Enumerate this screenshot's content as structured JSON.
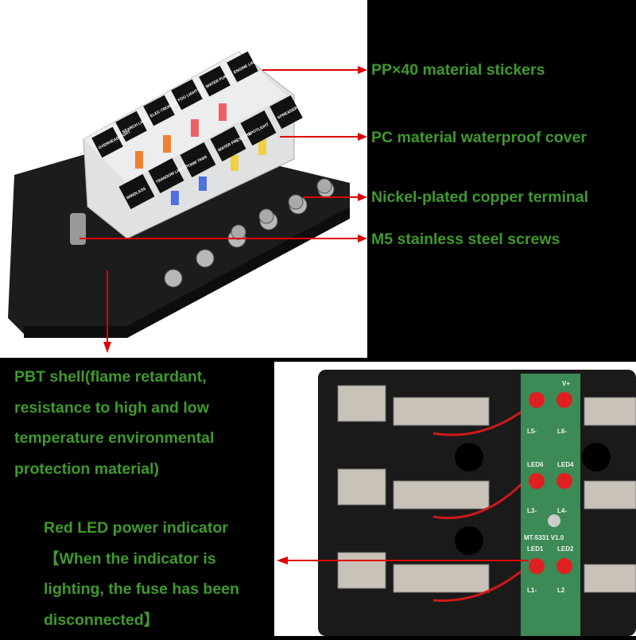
{
  "callouts": [
    "PP×40 material stickers",
    "PC material waterproof cover",
    "Nickel-plated copper terminal",
    "M5 stainless steel screws"
  ],
  "shell_text": [
    "PBT shell(flame retardant,",
    "resistance to high and low",
    "temperature environmental",
    "protection material)"
  ],
  "led_text": [
    "Red LED power indicator",
    "【When the indicator is",
    "lighting, the fuse has been",
    "disconnected】"
  ],
  "fuse_labels_back": [
    "OVERHEAD LIGHT",
    "SEARCH LIGHT",
    "ELEC-TRONICS",
    "FOG LIGHTS",
    "WATER PUMP",
    "ENGINE LIGHTS"
  ],
  "fuse_labels_front": [
    "WINDLASS",
    "TRANSOM LIGHTS",
    "TRIM TABS",
    "WATER PRESSURE",
    "SPOTLIGHT",
    "SPREADER LIGHTS"
  ],
  "pcb_labels": {
    "vplus": "V+",
    "l5": "L5-",
    "l6": "L6-",
    "led6": "LED6",
    "led4": "LED4",
    "l3": "L3-",
    "l4": "L4-",
    "model": "MT-5331 V1.0",
    "led1": "LED1",
    "led2": "LED2",
    "l1": "L1-",
    "l2": "L2"
  },
  "colors": {
    "text": "#3f9a2c",
    "arrow": "#e00000",
    "background": "#000000"
  }
}
